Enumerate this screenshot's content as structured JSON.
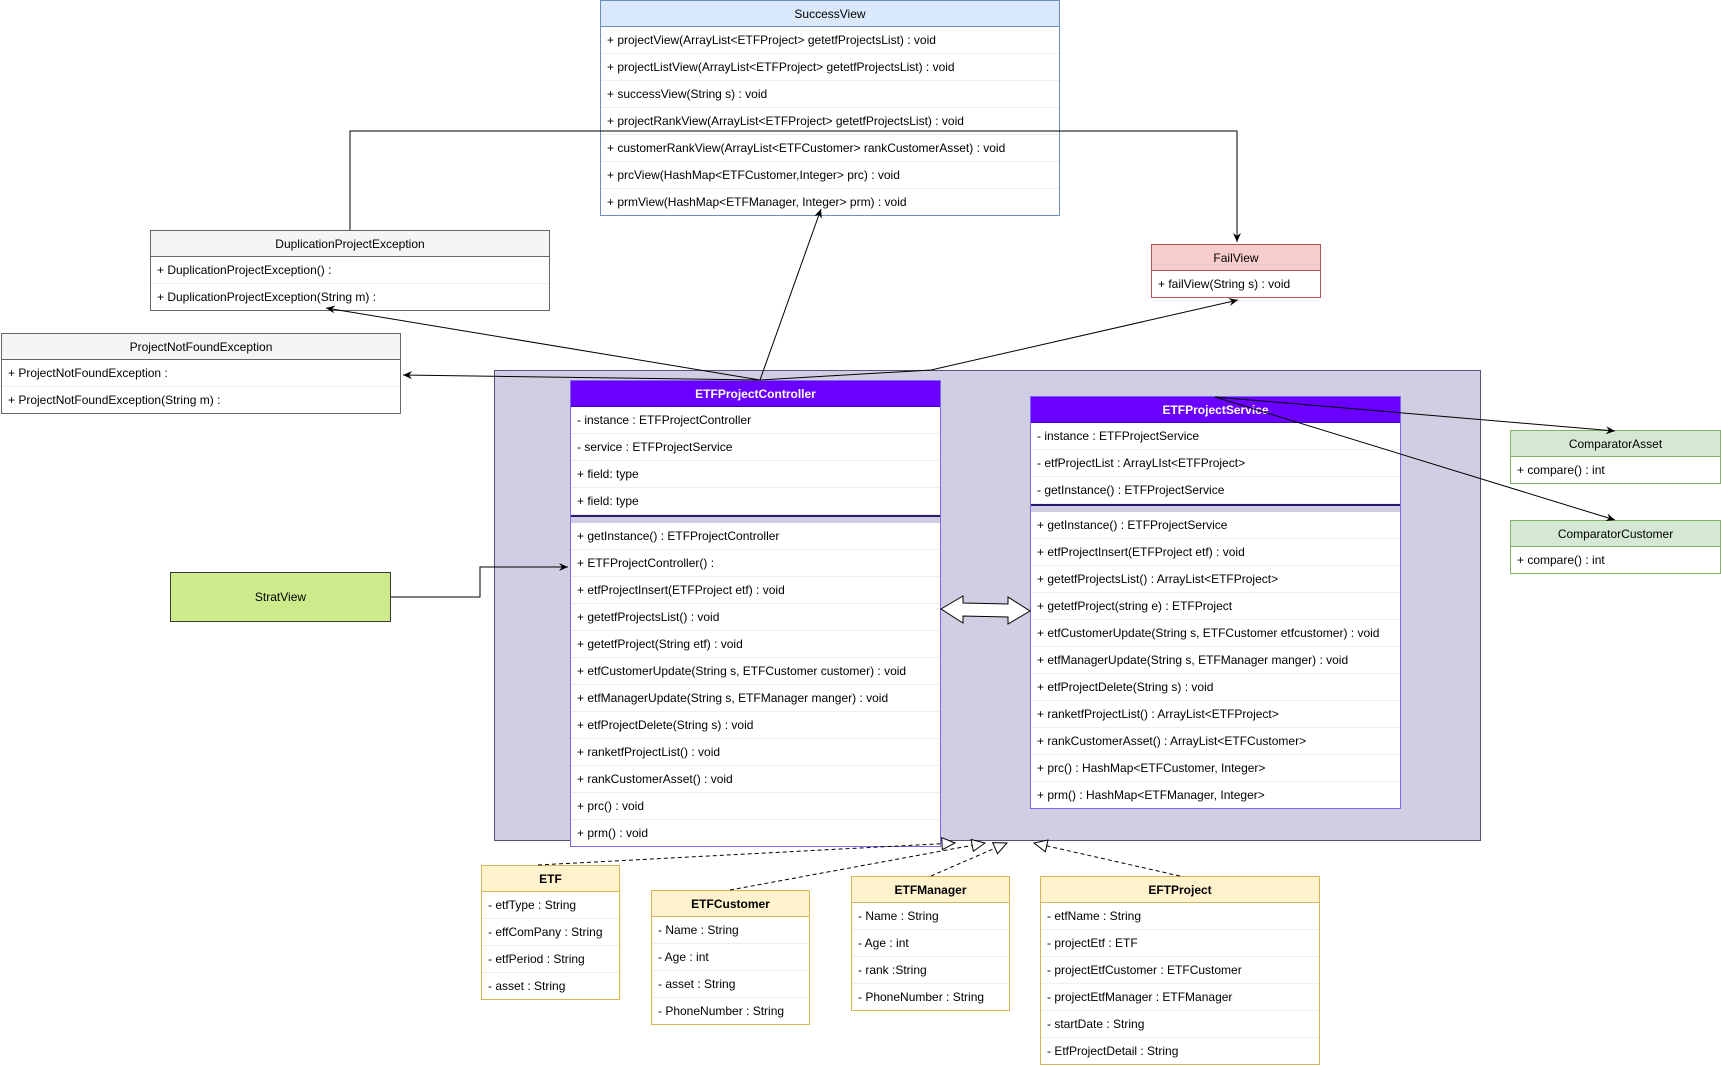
{
  "classes": {
    "successView": {
      "title": "SuccessView",
      "members": [
        "+ projectView(ArrayList<ETFProject> getetfProjectsList) : void",
        "+ projectListView(ArrayList<ETFProject> getetfProjectsList) : void",
        "+ successView(String s) : void",
        "+ projectRankView(ArrayList<ETFProject> getetfProjectsList) : void",
        "+ customerRankView(ArrayList<ETFCustomer> rankCustomerAsset) : void",
        "+ prcView(HashMap<ETFCustomer,Integer> prc) : void",
        "+ prmView(HashMap<ETFManager, Integer> prm) : void"
      ]
    },
    "duplicationProjectException": {
      "title": "DuplicationProjectException",
      "members": [
        "+ DuplicationProjectException() :",
        "+ DuplicationProjectException(String m) :"
      ]
    },
    "projectNotFoundException": {
      "title": "ProjectNotFoundException",
      "members": [
        "+ ProjectNotFoundException :",
        "+ ProjectNotFoundException(String m) :"
      ]
    },
    "failView": {
      "title": "FailView",
      "members": [
        "+ failView(String s) : void"
      ]
    },
    "etfProjectController": {
      "title": "ETFProjectController",
      "fields": [
        "- instance : ETFProjectController",
        "- service : ETFProjectService",
        "+ field: type",
        "+ field: type"
      ],
      "methods": [
        "+ getInstance() : ETFProjectController",
        "+ ETFProjectController() :",
        "+ etfProjectInsert(ETFProject etf) : void",
        "+ getetfProjectsList() : void",
        "+ getetfProject(String etf) : void",
        "+ etfCustomerUpdate(String s, ETFCustomer customer) : void",
        "+ etfManagerUpdate(String s, ETFManager manger) : void",
        "+ etfProjectDelete(String s) : void",
        "+ ranketfProjectList() : void",
        "+ rankCustomerAsset() : void",
        "+ prc() : void",
        "+ prm() : void"
      ]
    },
    "etfProjectService": {
      "title": "ETFProjectService",
      "fields": [
        "- instance : ETFProjectService",
        "- etfProjectList : ArrayLIst<ETFProject>",
        "- getInstance() : ETFProjectService"
      ],
      "methods": [
        "+ getInstance() : ETFProjectService",
        "+ etfProjectInsert(ETFProject etf) : void",
        "+ getetfProjectsList() : ArrayList<ETFProject>",
        "+ getetfProject(string e) : ETFProject",
        "+ etfCustomerUpdate(String s, ETFCustomer etfcustomer) : void",
        "+ etfManagerUpdate(String s, ETFManager manger) : void",
        "+ etfProjectDelete(String s) : void",
        "+ ranketfProjectList() : ArrayList<ETFProject>",
        "+ rankCustomerAsset() : ArrayList<ETFCustomer>",
        "+ prc() : HashMap<ETFCustomer, Integer>",
        "+ prm() : HashMap<ETFManager, Integer>"
      ]
    },
    "comparatorAsset": {
      "title": "ComparatorAsset",
      "members": [
        "+ compare() : int"
      ]
    },
    "comparatorCustomer": {
      "title": "ComparatorCustomer",
      "members": [
        "+ compare() : int"
      ]
    },
    "etf": {
      "title": "ETF",
      "members": [
        "- etfType : String",
        "- effComPany : String",
        "- etfPeriod : String",
        "- asset : String"
      ]
    },
    "etfCustomer": {
      "title": "ETFCustomer",
      "members": [
        "- Name  :  String",
        "- Age    :  int",
        "- asset :  String",
        "- PhoneNumber  :  String"
      ]
    },
    "etfManager": {
      "title": "ETFManager",
      "members": [
        "- Name : String",
        "-  Age : int",
        "- rank :String",
        "- PhoneNumber : String"
      ]
    },
    "eftProject": {
      "title": "EFTProject",
      "members": [
        "- etfName : String",
        "- projectEtf : ETF",
        "- projectEtfCustomer : ETFCustomer",
        "- projectEtfManager : ETFManager",
        "- startDate : String",
        "- EtfProjectDetail : String"
      ]
    }
  },
  "stratView": {
    "label": "StratView"
  },
  "colors": {
    "package": "#d0cee2",
    "controllerHeader": "#6a00ff",
    "view": "#dae8fc",
    "fail": "#f8cecc",
    "comparator": "#d5e8d4",
    "entity": "#fff2cc",
    "start": "#cdeb8b"
  }
}
